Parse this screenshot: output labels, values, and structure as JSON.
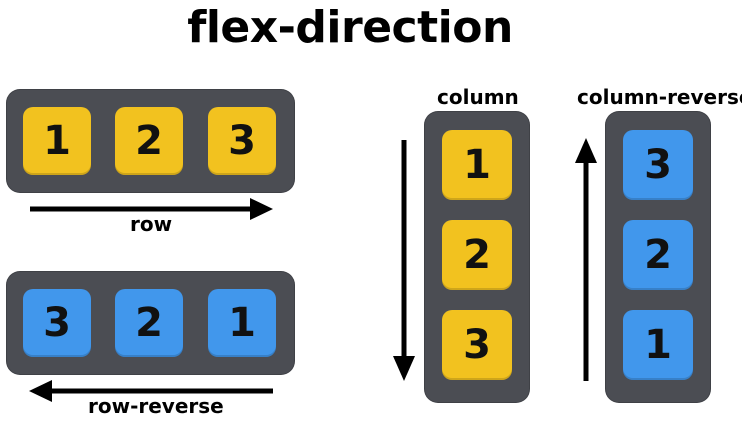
{
  "title": "flex-direction",
  "colors": {
    "container": "#4b4d53",
    "yellow": "#f2c21f",
    "blue": "#4197ec",
    "arrow": "#000000"
  },
  "panels": [
    {
      "name": "row",
      "label": "row",
      "items": [
        "1",
        "2",
        "3"
      ],
      "color": "yellow"
    },
    {
      "name": "row-reverse",
      "label": "row-reverse",
      "items": [
        "3",
        "2",
        "1"
      ],
      "color": "blue"
    },
    {
      "name": "column",
      "label": "column",
      "items": [
        "1",
        "2",
        "3"
      ],
      "color": "yellow"
    },
    {
      "name": "column-reverse",
      "label": "column-reverse",
      "items": [
        "3",
        "2",
        "1"
      ],
      "color": "blue"
    }
  ]
}
